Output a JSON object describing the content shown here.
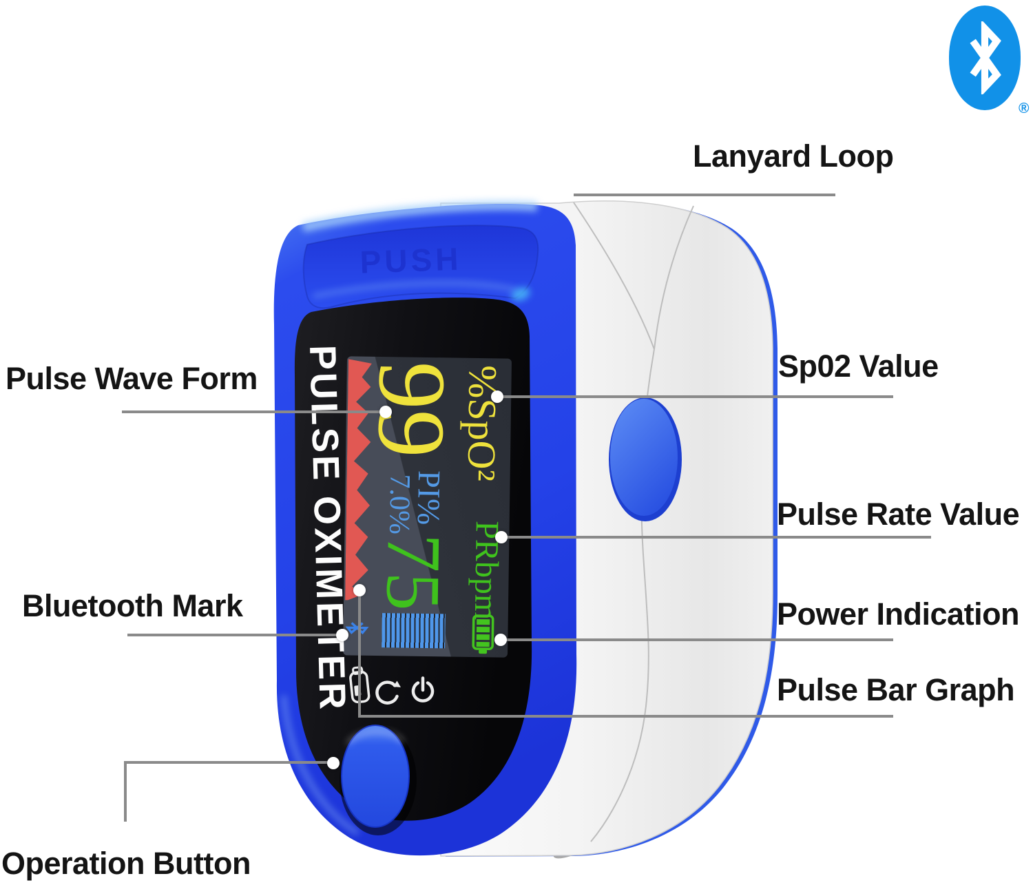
{
  "bluetooth_logo": {
    "registered_mark": "®",
    "color": "#1191e8"
  },
  "labels": {
    "lanyard_loop": "Lanyard Loop",
    "pulse_wave_form": "Pulse Wave Form",
    "sp02_value": "Sp02 Value",
    "pulse_rate_value": "Pulse Rate Value",
    "bluetooth_mark": "Bluetooth Mark",
    "power_indication": "Power Indication",
    "pulse_bar_graph": "Pulse Bar Graph",
    "operation_button": "Operation Button"
  },
  "device": {
    "push_label": "PUSH",
    "brand_text": "PULSE OXIMETER",
    "display": {
      "spo2_value": "99",
      "spo2_unit": "%SpO²",
      "pi_label": "PI%",
      "pi_value": "7.0%",
      "pulse_rate_value": "75",
      "pulse_rate_unit": "PRbpm"
    }
  },
  "colors": {
    "device_blue": "#2744ea",
    "display_yellow": "#efe23c",
    "display_green": "#3fc21d",
    "display_blue": "#4f97ea",
    "waveform_red": "#e15853",
    "screen_background": "#3a3e48",
    "bluetooth_blue": "#1191e8",
    "callout_gray": "#8a8a8a"
  }
}
